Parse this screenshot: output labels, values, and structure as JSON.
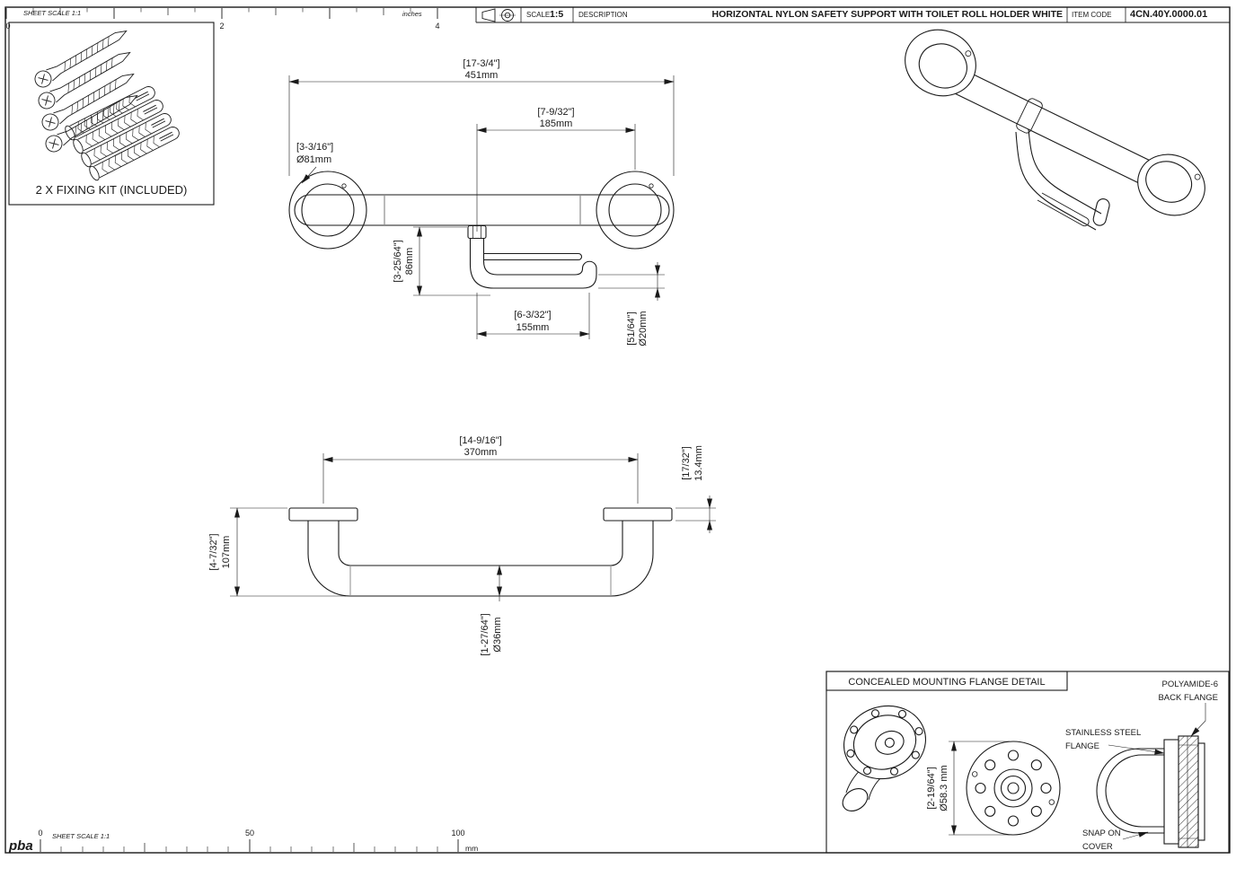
{
  "colors": {
    "ink": "#1a1a1a",
    "paper": "#ffffff"
  },
  "top_ruler": {
    "sheet_scale": "SHEET SCALE 1:1",
    "unit": "inches",
    "ticks": {
      "t0": "0",
      "t2": "2",
      "t4": "4"
    }
  },
  "title_block": {
    "scale_label": "SCALE",
    "scale_value": "1:5",
    "description_label": "DESCRIPTION",
    "description_value": "HORIZONTAL NYLON SAFETY SUPPORT WITH TOILET ROLL HOLDER WHITE",
    "item_code_label": "ITEM CODE",
    "item_code_value": "4CN.40Y.0000.01"
  },
  "fixing_kit": {
    "label": "2 X FIXING KIT (INCLUDED)"
  },
  "front_view": {
    "overall_width": {
      "inches": "[17-3/4\"]",
      "mm": "451mm"
    },
    "holder_offset": {
      "inches": "[7-9/32\"]",
      "mm": "185mm"
    },
    "flange_diameter": {
      "inches": "[3-3/16\"]",
      "mm": "Ø81mm"
    },
    "holder_drop": {
      "inches": "[3-25/64\"]",
      "mm": "86mm"
    },
    "holder_width": {
      "inches": "[6-3/32\"]",
      "mm": "155mm"
    },
    "holder_tube_diameter": {
      "inches": "[51/64\"]",
      "mm": "Ø20mm"
    }
  },
  "plan_view": {
    "fixing_centres": {
      "inches": "[14-9/16\"]",
      "mm": "370mm"
    },
    "flange_thickness": {
      "inches": "[17/32\"]",
      "mm": "13.4mm"
    },
    "wall_projection": {
      "inches": "[4-7/32\"]",
      "mm": "107mm"
    },
    "tube_diameter": {
      "inches": "[1-27/64\"]",
      "mm": "Ø36mm"
    }
  },
  "flange_detail": {
    "title": "CONCEALED MOUNTING FLANGE DETAIL",
    "back_flange_label_1": "POLYAMIDE-6",
    "back_flange_label_2": "BACK FLANGE",
    "steel_flange_label_1": "STAINLESS STEEL",
    "steel_flange_label_2": "FLANGE",
    "snap_cover_label_1": "SNAP ON",
    "snap_cover_label_2": "COVER",
    "diameter": {
      "inches": "[2-19/64\"]",
      "mm": "Ø58.3 mm"
    }
  },
  "bottom_ruler": {
    "sheet_scale": "SHEET SCALE 1:1",
    "unit": "mm",
    "ticks": {
      "t0": "0",
      "t50": "50",
      "t100": "100"
    },
    "logo": "pba"
  }
}
